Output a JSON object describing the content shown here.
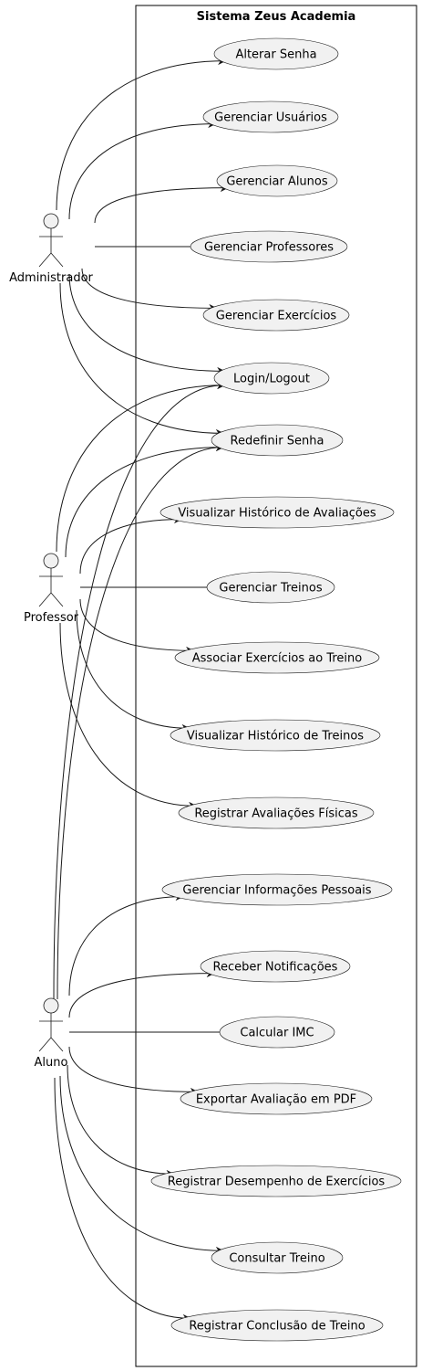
{
  "system": {
    "title": "Sistema Zeus Academia"
  },
  "actors": [
    {
      "id": "admin",
      "label": "Administrador"
    },
    {
      "id": "professor",
      "label": "Professor"
    },
    {
      "id": "aluno",
      "label": "Aluno"
    }
  ],
  "use_cases": [
    {
      "id": "alterar-senha",
      "label": "Alterar Senha"
    },
    {
      "id": "gerenciar-usuarios",
      "label": "Gerenciar Usuários"
    },
    {
      "id": "gerenciar-alunos",
      "label": "Gerenciar Alunos"
    },
    {
      "id": "gerenciar-professores",
      "label": "Gerenciar Professores"
    },
    {
      "id": "gerenciar-exercicios",
      "label": "Gerenciar Exercícios"
    },
    {
      "id": "login-logout",
      "label": "Login/Logout"
    },
    {
      "id": "redefinir-senha",
      "label": "Redefinir Senha"
    },
    {
      "id": "visualizar-historico-avaliacoes",
      "label": "Visualizar Histórico de Avaliações"
    },
    {
      "id": "gerenciar-treinos",
      "label": "Gerenciar Treinos"
    },
    {
      "id": "associar-exercicios-treino",
      "label": "Associar Exercícios ao Treino"
    },
    {
      "id": "visualizar-historico-treinos",
      "label": "Visualizar Histórico de Treinos"
    },
    {
      "id": "registrar-avaliacoes-fisicas",
      "label": "Registrar Avaliações Físicas"
    },
    {
      "id": "gerenciar-informacoes-pessoais",
      "label": "Gerenciar Informações Pessoais"
    },
    {
      "id": "receber-notificacoes",
      "label": "Receber Notificações"
    },
    {
      "id": "calcular-imc",
      "label": "Calcular IMC"
    },
    {
      "id": "exportar-avaliacao-pdf",
      "label": "Exportar Avaliação em PDF"
    },
    {
      "id": "registrar-desempenho-exercicios",
      "label": "Registrar Desempenho de Exercícios"
    },
    {
      "id": "consultar-treino",
      "label": "Consultar Treino"
    },
    {
      "id": "registrar-conclusao-treino",
      "label": "Registrar Conclusão de Treino"
    }
  ],
  "associations": [
    {
      "from": "admin",
      "to": "alterar-senha"
    },
    {
      "from": "admin",
      "to": "gerenciar-usuarios"
    },
    {
      "from": "admin",
      "to": "gerenciar-alunos"
    },
    {
      "from": "admin",
      "to": "gerenciar-professores"
    },
    {
      "from": "admin",
      "to": "gerenciar-exercicios"
    },
    {
      "from": "admin",
      "to": "login-logout"
    },
    {
      "from": "admin",
      "to": "redefinir-senha"
    },
    {
      "from": "professor",
      "to": "login-logout"
    },
    {
      "from": "professor",
      "to": "redefinir-senha"
    },
    {
      "from": "professor",
      "to": "visualizar-historico-avaliacoes"
    },
    {
      "from": "professor",
      "to": "gerenciar-treinos"
    },
    {
      "from": "professor",
      "to": "associar-exercicios-treino"
    },
    {
      "from": "professor",
      "to": "visualizar-historico-treinos"
    },
    {
      "from": "professor",
      "to": "registrar-avaliacoes-fisicas"
    },
    {
      "from": "aluno",
      "to": "login-logout"
    },
    {
      "from": "aluno",
      "to": "redefinir-senha"
    },
    {
      "from": "aluno",
      "to": "gerenciar-informacoes-pessoais"
    },
    {
      "from": "aluno",
      "to": "receber-notificacoes"
    },
    {
      "from": "aluno",
      "to": "calcular-imc"
    },
    {
      "from": "aluno",
      "to": "exportar-avaliacao-pdf"
    },
    {
      "from": "aluno",
      "to": "registrar-desempenho-exercicios"
    },
    {
      "from": "aluno",
      "to": "consultar-treino"
    },
    {
      "from": "aluno",
      "to": "registrar-conclusao-treino"
    }
  ],
  "colors": {
    "use_case_fill": "#f1f1f1",
    "stroke": "#181818",
    "background": "#ffffff"
  }
}
